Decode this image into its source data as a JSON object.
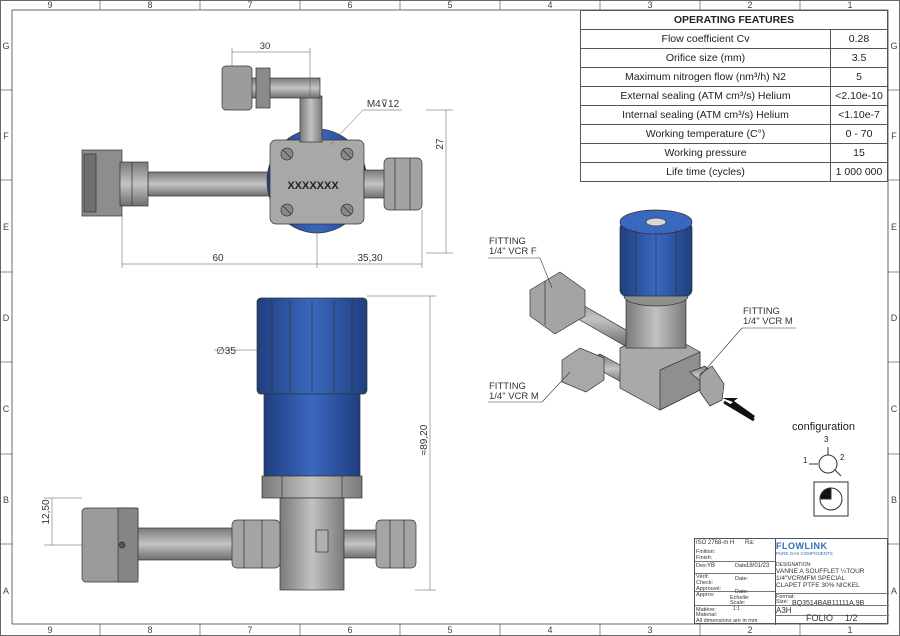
{
  "border": {
    "top_numbers": [
      "9",
      "8",
      "7",
      "6",
      "5",
      "4",
      "3",
      "2",
      "1"
    ],
    "bottom_numbers": [
      "9",
      "8",
      "7",
      "6",
      "5",
      "4",
      "3",
      "2",
      "1"
    ],
    "left_letters": [
      "G",
      "F",
      "E",
      "D",
      "C",
      "B",
      "A"
    ],
    "right_letters": [
      "G",
      "F",
      "E",
      "D",
      "C",
      "B",
      "A"
    ]
  },
  "features": {
    "title": "OPERATING FEATURES",
    "rows": [
      {
        "label": "Flow coefficient Cv",
        "value": "0.28"
      },
      {
        "label": "Orifice size (mm)",
        "value": "3.5"
      },
      {
        "label": "Maximum nitrogen flow (nm³/h) N2",
        "value": "5"
      },
      {
        "label": "External sealing (ATM cm³/s) Helium",
        "value": "<2.10e-10"
      },
      {
        "label": "Internal sealing (ATM cm³/s) Helium",
        "value": "<1.10e-7"
      },
      {
        "label": "Working temperature (C°)",
        "value": "0 - 70"
      },
      {
        "label": "Working pressure",
        "value": "15"
      },
      {
        "label": "Life time (cycles)",
        "value": "1 000 000"
      }
    ]
  },
  "top_view": {
    "dim_30": "30",
    "dim_27": "27",
    "dim_60": "60",
    "dim_3530": "35,30",
    "thread_callout": "M4⊽12",
    "marking": "XXXXXXX"
  },
  "front_view": {
    "dim_diameter": "∅35",
    "dim_height": "≈89,20",
    "dim_1250": "12,50"
  },
  "iso_view": {
    "fitting_f_line1": "FITTING",
    "fitting_f_line2": "1/4\" VCR F",
    "fitting_m_right_line1": "FITTING",
    "fitting_m_right_line2": "1/4\" VCR M",
    "fitting_m_left_line1": "FITTING",
    "fitting_m_left_line2": "1/4\" VCR M"
  },
  "configuration": {
    "title": "configuration",
    "port1": "1",
    "port2": "2",
    "port3": "3"
  },
  "title_block": {
    "iso": "ISO 2768-m H",
    "ra": "Ra:",
    "finition": "Finition:",
    "finish": "Finish:",
    "des_label": "Des:",
    "des_value": "YB",
    "date_label": "Date:",
    "date_value": "18/01/23",
    "verif": "Vérif:",
    "check": "Check:",
    "approuve": "Approuvé:",
    "approv": "Approv:",
    "date2": "Date:",
    "date3": "Date:",
    "brand": "FLOWLINK",
    "brand_sub": "PURE GAS COMPONENTS",
    "designation_label": "DESIGNATION:",
    "designation_1": "VANNE A SOUFFLET ¼TOUR",
    "designation_2": "1/4\"VCRMFM SPECIAL",
    "designation_3": "CLAPET PTFE 30% NICKEL",
    "echelle": "Echelle:",
    "scale": "Scale:",
    "scale_value": "1:1",
    "format_label": "Format:",
    "size_label": "Size:",
    "format_value": "A3H",
    "reference": "BQ3514BAB11111A.9B",
    "folio": "FOLIO",
    "folio_value": "1/2",
    "matiere": "Matière:",
    "material": "Material:",
    "all_dim": "All dimensions are in mm"
  },
  "colors": {
    "blue": "#2f5aa8",
    "blue_dark": "#1f3f7e",
    "steel": "#9a9a98",
    "steel_dark": "#6e6e6c",
    "line": "#333333"
  }
}
